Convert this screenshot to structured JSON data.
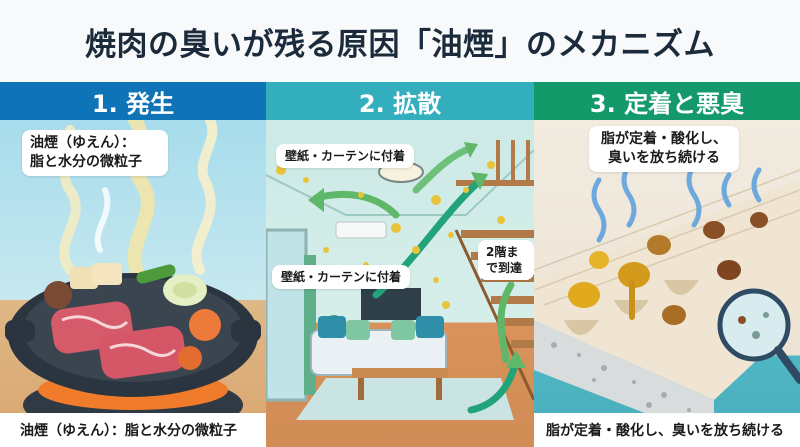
{
  "title": "焼肉の臭いが残る原因「油煙」のメカニズム",
  "colors": {
    "step1": "#0f73b8",
    "step2": "#33aebd",
    "step3": "#14996a",
    "title_text": "#1c2b3c"
  },
  "panels": [
    {
      "header": "1. 発生",
      "bubble": {
        "line1": "油煙（ゆえん）：",
        "line2": "脂と水分の微粒子"
      },
      "illustration": "grill-pan-with-meat-and-smoke"
    },
    {
      "header": "2. 拡散",
      "bubbles": [
        "壁紙・カーテンに付着",
        "2階まで到達",
        "壁紙・カーテンに付着"
      ],
      "illustration": "living-room-with-stairs-and-arrows"
    },
    {
      "header": "3. 定着と悪臭",
      "bubble": {
        "line1": "脂が定着・酸化し、",
        "line2": "臭いを放ち続ける"
      },
      "illustration": "wall-cross-section-with-oil-drips"
    }
  ],
  "captions": {
    "left": "油煙（ゆえん）：脂と水分の微粒子",
    "right": "脂が定着・酸化し、臭いを放ち続ける"
  }
}
